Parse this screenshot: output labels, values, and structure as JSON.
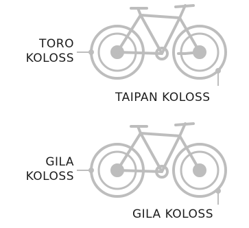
{
  "colors": {
    "bike_stroke": "#bdbdbd",
    "text": "#1c1c1c"
  },
  "bikes": [
    {
      "left_label_lines": [
        "TORO",
        "KOLOSS"
      ],
      "right_label": "TAIPAN KOLOSS"
    },
    {
      "left_label_lines": [
        "GILA",
        "KOLOSS"
      ],
      "right_label": "GILA KOLOSS"
    }
  ]
}
